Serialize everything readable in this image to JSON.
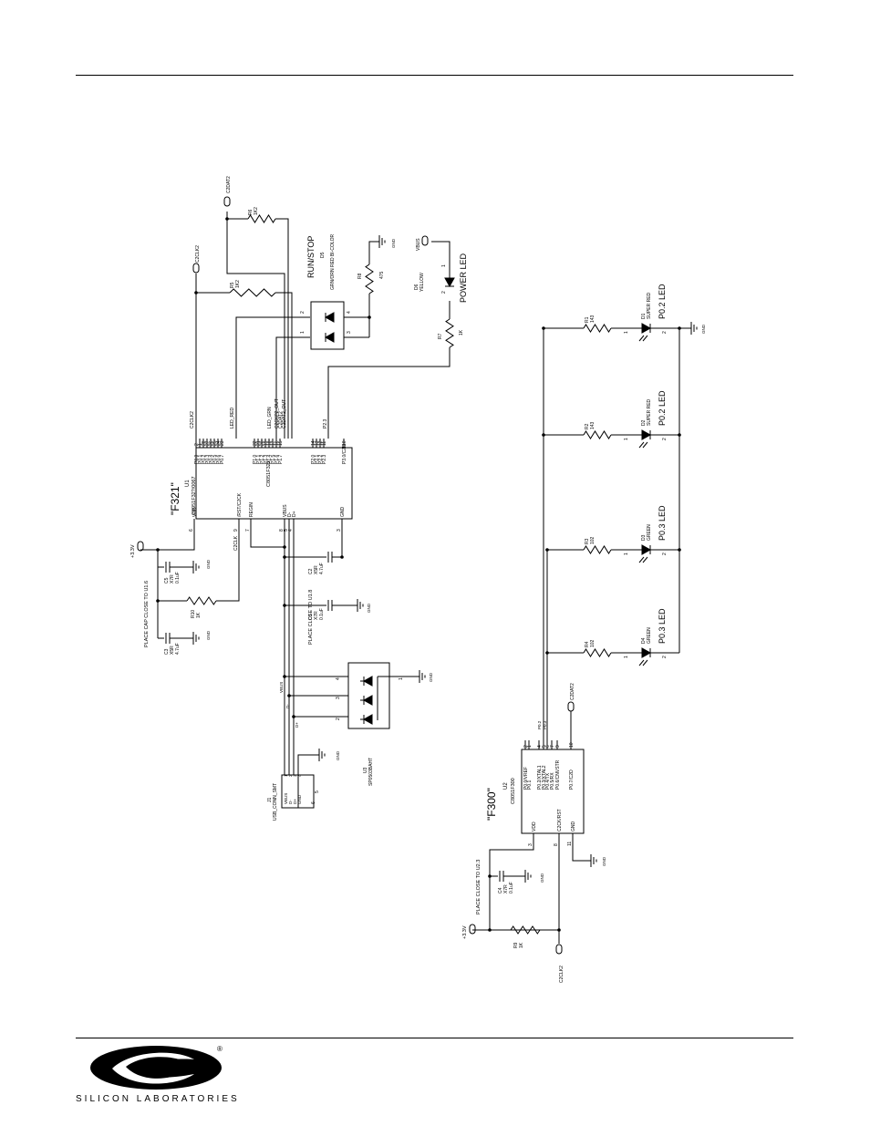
{
  "u1": {
    "title": "\"F321\"",
    "ref": "U1",
    "part": "C8051F321",
    "part_full": "C8051F32?/0067",
    "left_pins": [
      {
        "num": "6",
        "name": "VDD"
      },
      {
        "num": "9",
        "name": "/RST/C2CK"
      },
      {
        "num": "7",
        "name": "REGIN"
      },
      {
        "num": "8",
        "name": "VBUS"
      },
      {
        "num": "5",
        "name": "D-"
      },
      {
        "num": "4",
        "name": "D+"
      },
      {
        "num": "3",
        "name": "GND"
      }
    ],
    "top_pins": [
      {
        "num": "2",
        "name": "P0.0",
        "net": "C2CLK2"
      },
      {
        "num": "1",
        "name": "P0.1"
      },
      {
        "num": "28",
        "name": "P0.2"
      },
      {
        "num": "27",
        "name": "P0.3"
      },
      {
        "num": "26",
        "name": "P0.4"
      },
      {
        "num": "25",
        "name": "P0.5"
      },
      {
        "num": "24",
        "name": "P0.6"
      },
      {
        "num": "23",
        "name": "P0.7",
        "net": "LED_RED"
      },
      {
        "num": "22",
        "name": "P1.0"
      },
      {
        "num": "21",
        "name": "P1.1"
      },
      {
        "num": "20",
        "name": "P1.2",
        "net": "LED_GRN"
      },
      {
        "num": "19",
        "name": "P1.3",
        "net": "C2CKP2_OUT"
      },
      {
        "num": "18",
        "name": "P1.4",
        "net": "C2DAT2"
      },
      {
        "num": "17",
        "name": "P1.5",
        "net": "C2DAT2_OUT"
      },
      {
        "num": "16",
        "name": "P1.6"
      },
      {
        "num": "15",
        "name": "P1.7"
      },
      {
        "num": "14",
        "name": "P2.0"
      },
      {
        "num": "13",
        "name": "P2.1"
      },
      {
        "num": "12",
        "name": "P2.2"
      },
      {
        "num": "11",
        "name": "P2.3",
        "net": "P2.3"
      },
      {
        "num": "10",
        "name": "P3.0/C2D"
      }
    ]
  },
  "u2": {
    "title": "\"F300\"",
    "ref": "U2",
    "part": "C8051F300",
    "left_pins": [
      {
        "num": "3",
        "name": "VDD"
      },
      {
        "num": "8",
        "name": "C2CK/RST"
      },
      {
        "num": "11",
        "name": "GND"
      }
    ],
    "top_pins": [
      {
        "num": "2",
        "name": "P0.0/VREF"
      },
      {
        "num": "1",
        "name": "P0.1"
      },
      {
        "num": "4",
        "name": "P0.2/XTAL1",
        "net": "P0.2"
      },
      {
        "num": "5",
        "name": "P0.3/XTAL2",
        "net": "P0.3"
      },
      {
        "num": "6",
        "name": "P0.4/TX"
      },
      {
        "num": "7",
        "name": "P0.5/RX"
      },
      {
        "num": "9",
        "name": "P0.6/CNVSTR"
      },
      {
        "num": "10",
        "name": "P0.7/C2D"
      }
    ]
  },
  "u3": {
    "ref": "U3",
    "part": "SP0503BAHT",
    "pins": [
      "1",
      "2",
      "3",
      "4"
    ],
    "nets": [
      "VBUS",
      "D-",
      "D+"
    ]
  },
  "j1": {
    "ref": "J1",
    "part": "USB_CONN_SMT",
    "pins": [
      {
        "num": "1",
        "name": "VBUS"
      },
      {
        "num": "2",
        "name": "D-"
      },
      {
        "num": "3",
        "name": "D+"
      },
      {
        "num": "4",
        "name": "GND"
      },
      {
        "num": "5",
        "name": ""
      },
      {
        "num": "6",
        "name": ""
      }
    ]
  },
  "d5": {
    "ref": "D5",
    "part": "GRN/ORN RED BI-COLOR",
    "label": "RUN/STOP",
    "pins": [
      "1",
      "2",
      "3",
      "4"
    ]
  },
  "d6": {
    "ref": "D6",
    "color": "YELLOW",
    "label": "POWER LED",
    "net": "VBUS"
  },
  "led_array": [
    {
      "ref": "D1",
      "color": "SUPER RED",
      "label": "P0.2 LED",
      "resistor": "R1",
      "value": "143"
    },
    {
      "ref": "D2",
      "color": "SUPER RED",
      "label": "P0.2 LED",
      "resistor": "R2",
      "value": "143"
    },
    {
      "ref": "D3",
      "color": "GREEN",
      "label": "P0.3 LED",
      "resistor": "R3",
      "value": "102"
    },
    {
      "ref": "D4",
      "color": "GREEN",
      "label": "P0.3 LED",
      "resistor": "R4",
      "value": "102"
    }
  ],
  "resistors": {
    "r5": {
      "ref": "R5",
      "value": "1K2"
    },
    "r6": {
      "ref": "R6",
      "value": "1K2"
    },
    "r7": {
      "ref": "R7",
      "value": "1K"
    },
    "r8": {
      "ref": "R8",
      "value": "475"
    },
    "r9": {
      "ref": "R9",
      "value": "1K"
    },
    "r10": {
      "ref": "R10",
      "value": "1K"
    }
  },
  "capacitors": {
    "c1": {
      "ref": "C1",
      "type": "X7R",
      "value": "0.1uF"
    },
    "c2": {
      "ref": "C2",
      "type": "X5R",
      "value": "4.7uF"
    },
    "c3": {
      "ref": "C3",
      "type": "X5R",
      "value": "4.7uF"
    },
    "c4": {
      "ref": "C4",
      "type": "X7R",
      "value": "0.1uF"
    },
    "c5": {
      "ref": "C5",
      "type": "X7R",
      "value": "0.1uF"
    }
  },
  "nets": {
    "vcc": "+3.3V",
    "gnd": "GND",
    "vbus": "VBUS",
    "c2clk": "C2CLK",
    "c2clk2": "C2CLK2",
    "c2dat2": "C2DAT2",
    "dminus": "D-",
    "dplus": "D+"
  },
  "notes": {
    "u1_cap": "PLACE CAP CLOSE TO U1.6",
    "u1_8": "PLACE CLOSE TO U1.8",
    "u2_3": "PLACE CLOSE TO U2.3"
  },
  "footer": {
    "company": "SILICON LABORATORIES",
    "reg_mark": "®"
  }
}
